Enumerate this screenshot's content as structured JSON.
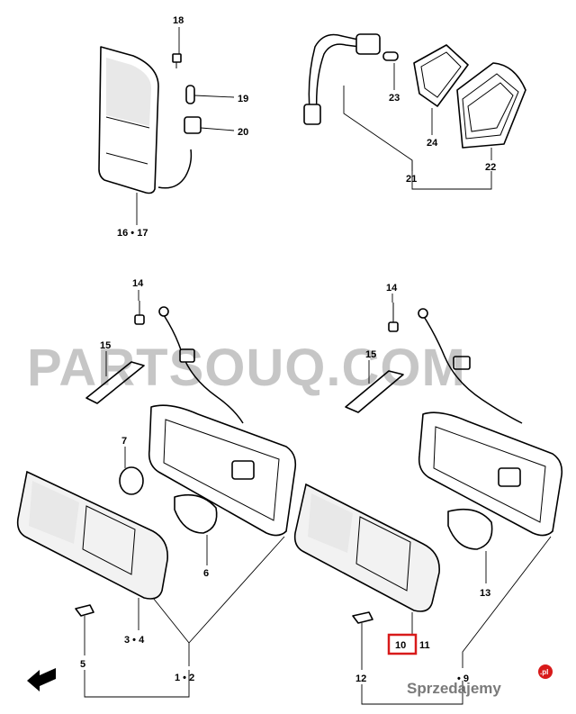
{
  "callouts": {
    "c18": "18",
    "c19": "19",
    "c20": "20",
    "c16_17": "16 • 17",
    "c23": "23",
    "c24": "24",
    "c22": "22",
    "c21": "21",
    "c14_left": "14",
    "c15_left": "15",
    "c7": "7",
    "c6": "6",
    "c3_4": "3 • 4",
    "c5": "5",
    "c1_2": "1 • 2",
    "c14_right": "14",
    "c15_right": "15",
    "c13": "13",
    "c10": "10",
    "c11": "11",
    "c12": "12",
    "c8_9": "• 9"
  },
  "watermark": {
    "text": "PARTSOUQ.COM"
  },
  "site_logo": {
    "text": "Sprzedajemy",
    "suffix": ".pl"
  },
  "colors": {
    "line": "#000000",
    "highlight": "#d81a1a",
    "watermark": "#000000",
    "logo_badge": "#d81a1a"
  },
  "icons": {
    "direction_arrow": "front-arrow-icon"
  }
}
